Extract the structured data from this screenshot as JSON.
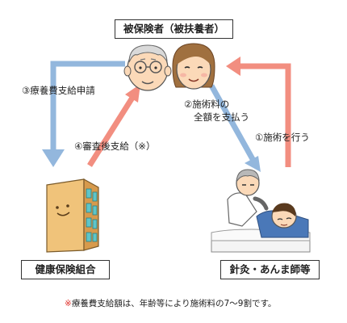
{
  "nodes": {
    "insured": "被保険者（被扶養者）",
    "association": "健康保険組合",
    "practitioner": "針灸・あんま師等"
  },
  "steps": {
    "step1": "①施術を行う",
    "step2_line1": "②施術料の",
    "step2_line2": "全額を支払う",
    "step3": "③療養費支給申請",
    "step4": "④審査後支給（※）"
  },
  "footnote": {
    "mark": "※",
    "text": "療養費支給額は、年齢等により施術料の7～9割です。"
  },
  "colors": {
    "blue_arrow": "#93b7dd",
    "red_arrow": "#f28e80"
  }
}
